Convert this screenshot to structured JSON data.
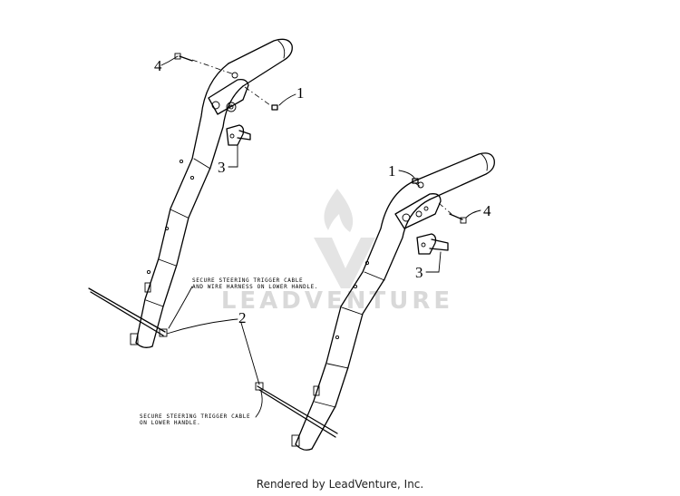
{
  "watermark": {
    "brand": "LEADVENTURE"
  },
  "callouts": {
    "left_1": "1",
    "left_3": "3",
    "left_4": "4",
    "center_2": "2",
    "right_1": "1",
    "right_3": "3",
    "right_4": "4"
  },
  "notes": {
    "upper_line1": "SECURE STEERING TRIGGER CABLE",
    "upper_line2": "AND WIRE HARNESS ON LOWER HANDLE.",
    "lower_line1": "SECURE STEERING TRIGGER CABLE",
    "lower_line2": "ON LOWER HANDLE."
  },
  "footer": {
    "text": "Rendered by LeadVenture, Inc."
  }
}
